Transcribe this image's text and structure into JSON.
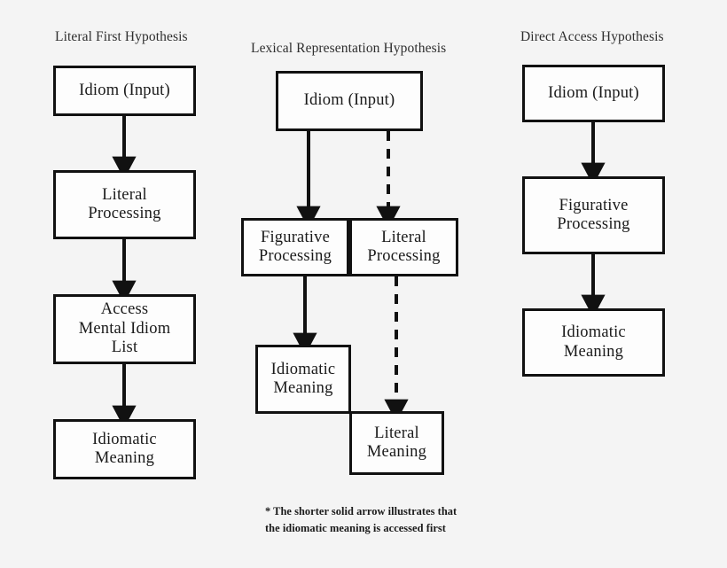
{
  "background_color": "#f4f4f4",
  "line_color": "#111111",
  "box_fill": "#fdfdfd",
  "text_color": "#1a1a1a",
  "columns": [
    {
      "id": "literal-first-hypothesis",
      "title": "Literal First Hypothesis",
      "nodes": [
        {
          "id": "lf-idiom-input",
          "label": "Idiom (Input)"
        },
        {
          "id": "lf-literal-processing",
          "label": "Literal\nProcessing"
        },
        {
          "id": "lf-access-mental-idiom-list",
          "label": "Access\nMental Idiom\nList"
        },
        {
          "id": "lf-idiomatic-meaning",
          "label": "Idiomatic\nMeaning"
        }
      ],
      "connectors": [
        {
          "id": "lf-arrow-1",
          "style": "solid"
        },
        {
          "id": "lf-arrow-2",
          "style": "solid"
        },
        {
          "id": "lf-arrow-3",
          "style": "solid"
        }
      ]
    },
    {
      "id": "lexical-representation-hypothesis",
      "title": "Lexical Representation  Hypothesis",
      "nodes": [
        {
          "id": "lr-idiom-input",
          "label": "Idiom (Input)"
        },
        {
          "id": "lr-figurative-processing",
          "label": "Figurative\nProcessing"
        },
        {
          "id": "lr-literal-processing",
          "label": "Literal\nProcessing"
        },
        {
          "id": "lr-idiomatic-meaning",
          "label": "Idiomatic\nMeaning"
        },
        {
          "id": "lr-literal-meaning",
          "label": "Literal\nMeaning"
        }
      ],
      "connectors": [
        {
          "id": "lr-arrow-input-to-figurative",
          "style": "solid"
        },
        {
          "id": "lr-arrow-input-to-literal",
          "style": "dashed"
        },
        {
          "id": "lr-arrow-figurative-to-idiomatic",
          "style": "solid"
        },
        {
          "id": "lr-arrow-literal-to-literal-meaning",
          "style": "dashed"
        }
      ]
    },
    {
      "id": "direct-access-hypothesis",
      "title": "Direct Access Hypothesis",
      "nodes": [
        {
          "id": "da-idiom-input",
          "label": "Idiom (Input)"
        },
        {
          "id": "da-figurative-processing",
          "label": "Figurative\nProcessing"
        },
        {
          "id": "da-idiomatic-meaning",
          "label": "Idiomatic\nMeaning"
        }
      ],
      "connectors": [
        {
          "id": "da-arrow-1",
          "style": "solid"
        },
        {
          "id": "da-arrow-2",
          "style": "solid"
        }
      ]
    }
  ],
  "footnote": "* The shorter solid arrow illustrates that\nthe idiomatic meaning is accessed first"
}
